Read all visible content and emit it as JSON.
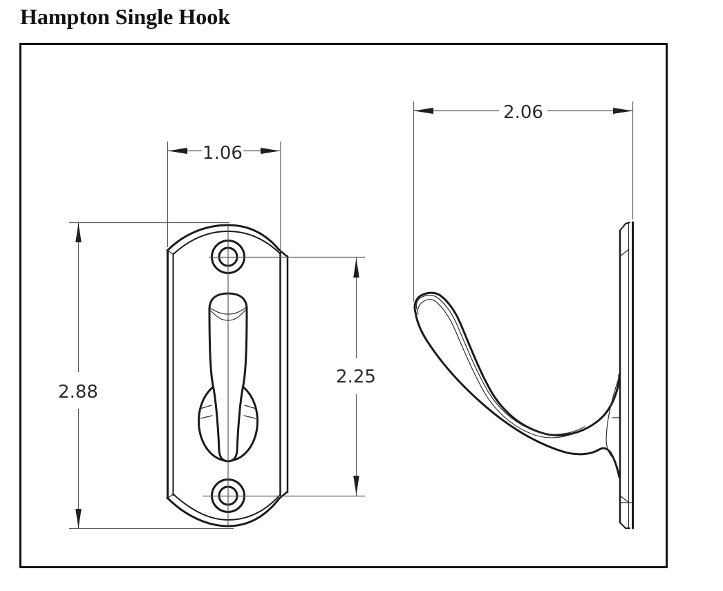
{
  "title": "Hampton Single Hook",
  "drawing": {
    "dimensions": {
      "plate_width": "1.06",
      "projection": "2.06",
      "plate_height": "2.88",
      "hole_spacing": "2.25"
    },
    "colors": {
      "outline": "#1a1a1a",
      "dimension_line": "#5a5a5a",
      "dimension_text": "#2b2b2b",
      "background": "#ffffff"
    }
  }
}
